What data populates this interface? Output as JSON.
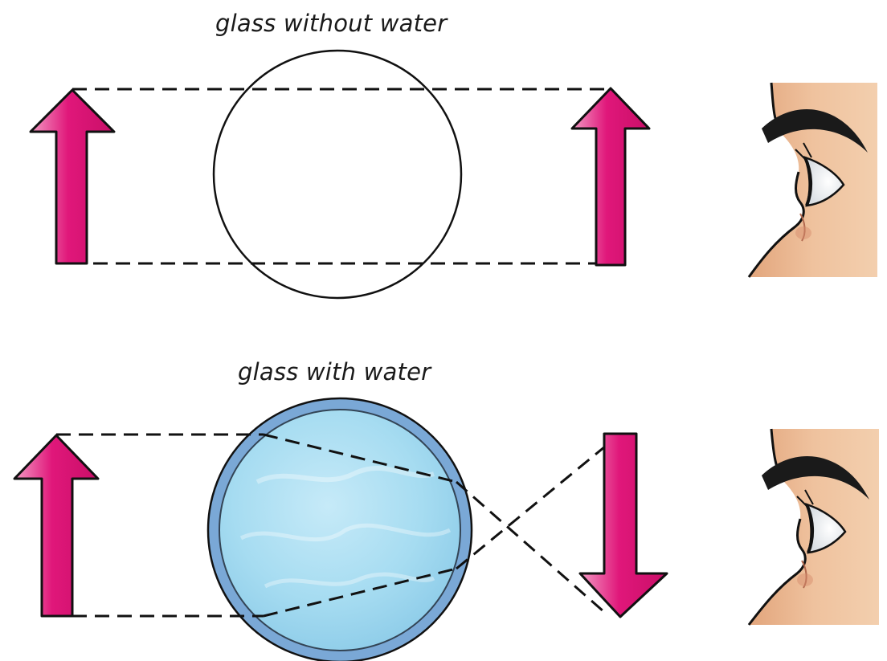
{
  "captions": {
    "top": "glass without water",
    "bottom": "glass with water"
  },
  "colors": {
    "arrow": "#e0177a",
    "arrow_light": "#f06aae",
    "water": "#9ed8ef",
    "water_rim": "#6f9fce",
    "skin": "#edba92",
    "eyebrow": "#1a1a1a",
    "line": "#111111"
  },
  "panels": [
    {
      "name": "glass without water",
      "object_arrow": "up",
      "image_arrow": "up",
      "image_size": "same"
    },
    {
      "name": "glass with water",
      "object_arrow": "up",
      "image_arrow": "down",
      "image_size": "same"
    }
  ]
}
